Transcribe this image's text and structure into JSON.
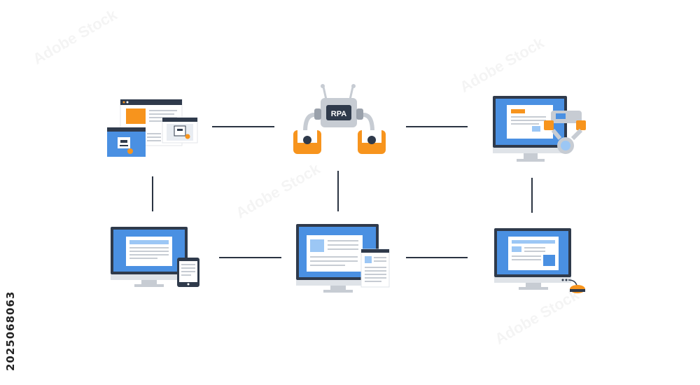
{
  "robot": {
    "badge_text": "RPA"
  },
  "side_identifier": "2025068063",
  "watermark_text": "Adobe Stock",
  "colors": {
    "line": "#2b3442",
    "monitor_frame": "#2f3a4b",
    "screen_blue": "#4a90e2",
    "light_blue": "#9cc7f5",
    "orange": "#f7941d",
    "gray": "#c7ccd3",
    "dark": "#263040"
  },
  "icons": [
    "browser-windows-with-robot-icon",
    "rpa-robot-icon",
    "monitor-with-robot-arm-icon",
    "monitor-with-tablet-icon",
    "monitor-with-document-icon",
    "monitor-with-mouse-icon"
  ]
}
